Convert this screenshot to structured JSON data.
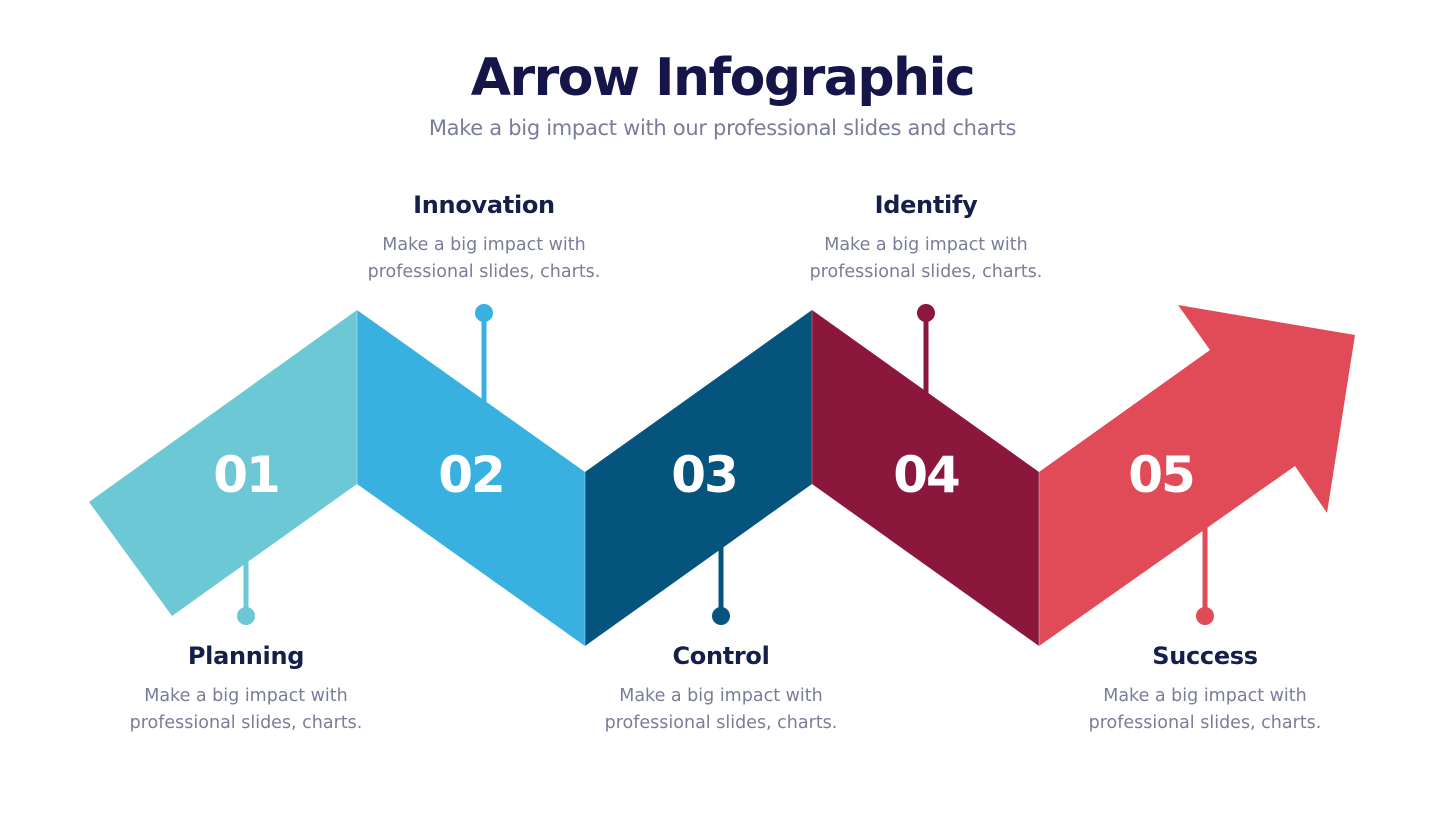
{
  "header": {
    "title": "Arrow Infographic",
    "subtitle": "Make a big impact with our professional slides and charts"
  },
  "colors": {
    "title": "#15154A",
    "subtitle": "#7A7D9A",
    "heading": "#14204A",
    "step1": "#6CC8D5",
    "step2": "#38B1E1",
    "step3": "#04547E",
    "step4": "#8B173D",
    "step5": "#E14A57"
  },
  "steps": [
    {
      "number": "01",
      "title": "Planning",
      "desc_line1": "Make a big impact with",
      "desc_line2": "professional slides, charts.",
      "position": "bottom",
      "color": "#6CC8D5"
    },
    {
      "number": "02",
      "title": "Innovation",
      "desc_line1": "Make a big impact with",
      "desc_line2": "professional slides, charts.",
      "position": "top",
      "color": "#38B1E1"
    },
    {
      "number": "03",
      "title": "Control",
      "desc_line1": "Make a big impact with",
      "desc_line2": "professional slides, charts.",
      "position": "bottom",
      "color": "#04547E"
    },
    {
      "number": "04",
      "title": "Identify",
      "desc_line1": "Make a big impact with",
      "desc_line2": "professional slides, charts.",
      "position": "top",
      "color": "#8B173D"
    },
    {
      "number": "05",
      "title": "Success",
      "desc_line1": "Make a big impact with",
      "desc_line2": "professional slides, charts.",
      "position": "bottom",
      "color": "#E14A57"
    }
  ]
}
